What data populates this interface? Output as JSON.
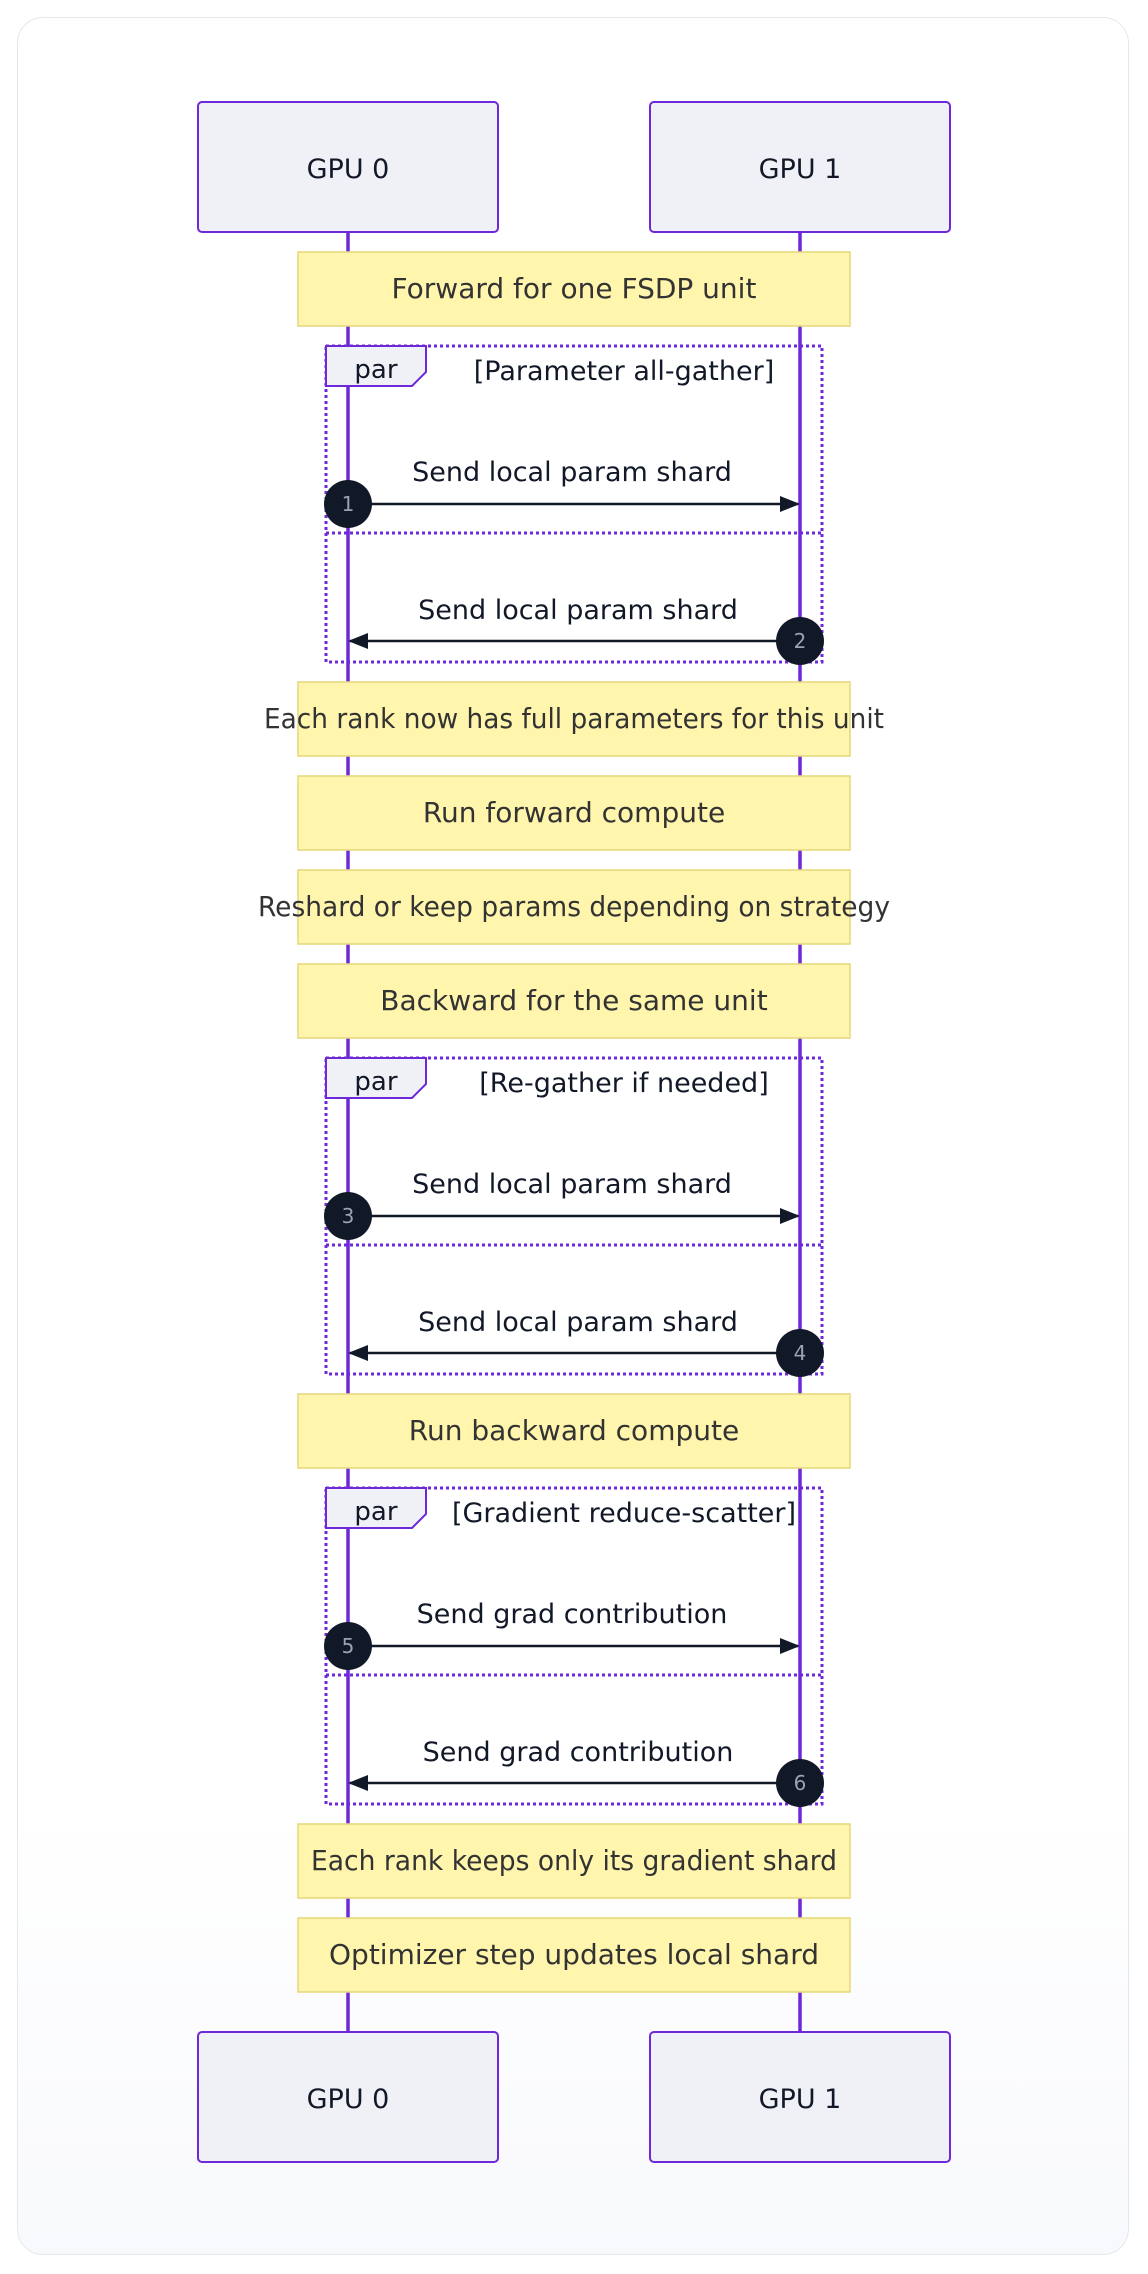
{
  "diagram": {
    "participants": [
      {
        "id": "gpu0",
        "label": "GPU 0"
      },
      {
        "id": "gpu1",
        "label": "GPU 1"
      }
    ],
    "notes": [
      "Forward for one FSDP unit",
      "Each rank now has full parameters for this unit",
      "Run forward compute",
      "Reshard or keep params depending on strategy",
      "Backward for the same unit",
      "Run backward compute",
      "Each rank keeps only its gradient shard",
      "Optimizer step updates local shard"
    ],
    "frames": [
      {
        "keyword": "par",
        "condition": "[Parameter all-gather]"
      },
      {
        "keyword": "par",
        "condition": "[Re-gather if needed]"
      },
      {
        "keyword": "par",
        "condition": "[Gradient reduce-scatter]"
      }
    ],
    "messages": [
      {
        "number": "1",
        "label": "Send local param shard"
      },
      {
        "number": "2",
        "label": "Send local param shard"
      },
      {
        "number": "3",
        "label": "Send local param shard"
      },
      {
        "number": "4",
        "label": "Send local param shard"
      },
      {
        "number": "5",
        "label": "Send grad contribution"
      },
      {
        "number": "6",
        "label": "Send grad contribution"
      }
    ],
    "colors": {
      "lifeline": "#6d28d9",
      "actor_fill": "#eff1f6",
      "actor_border": "#6d28d9",
      "note_fill": "#fff5ad",
      "note_border": "#e6d77a",
      "arrow": "#111827",
      "badge": "#111827"
    }
  }
}
